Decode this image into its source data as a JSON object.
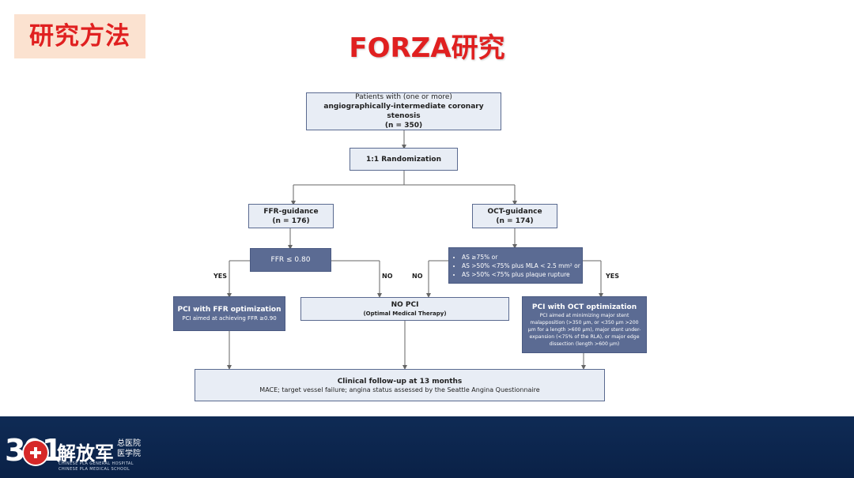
{
  "header": {
    "section_tag": "研究方法",
    "title": "FORZA研究"
  },
  "flow": {
    "patients": {
      "line1": "Patients with (one or more)",
      "line2": "angiographically-intermediate coronary stenosis",
      "line3": "(n = 350)"
    },
    "randomization": "1:1 Randomization",
    "ffr_guidance": {
      "title": "FFR-guidance",
      "n": "(n = 176)"
    },
    "oct_guidance": {
      "title": "OCT-guidance",
      "n": "(n = 174)"
    },
    "ffr_criterion": "FFR ≤ 0.80",
    "oct_criteria": [
      "AS ≥75% or",
      "AS >50% <75% plus MLA < 2.5 mm² or",
      "AS >50% <75% plus plaque rupture"
    ],
    "labels": {
      "yes_left": "YES",
      "no_left": "NO",
      "no_right": "NO",
      "yes_right": "YES"
    },
    "pci_ffr": {
      "title": "PCI with FFR optimization",
      "desc": "PCI aimed at achieving FFR ≥0.90"
    },
    "no_pci": {
      "title": "NO PCI",
      "desc": "(Optimal Medical Therapy)"
    },
    "pci_oct": {
      "title": "PCI with OCT optimization",
      "desc": "PCI aimed at minimizing major stent malapposition (>350 μm, or <350 μm >200 μm for a length >600 μm), major stent under-expansion (<75% of the RLA), or major edge dissection (length >600 μm)"
    },
    "followup": {
      "title": "Clinical follow-up at 13 months",
      "desc": "MACE; target vessel failure; angina status assessed by the Seattle Angina Questionnaire"
    }
  },
  "footer": {
    "logo_number": "301",
    "logo_name": "解放军",
    "logo_sub1": "总医院",
    "logo_sub2": "医学院",
    "logo_en1": "CHINESE PLA GENERAL HOSPITAL",
    "logo_en2": "CHINESE PLA MEDICAL SCHOOL"
  },
  "colors": {
    "accent_red": "#e02020",
    "tag_bg": "#fbe2d0",
    "box_light": "#e8edf5",
    "box_dark": "#5b6b93",
    "footer_navy": "#0f2b55"
  }
}
